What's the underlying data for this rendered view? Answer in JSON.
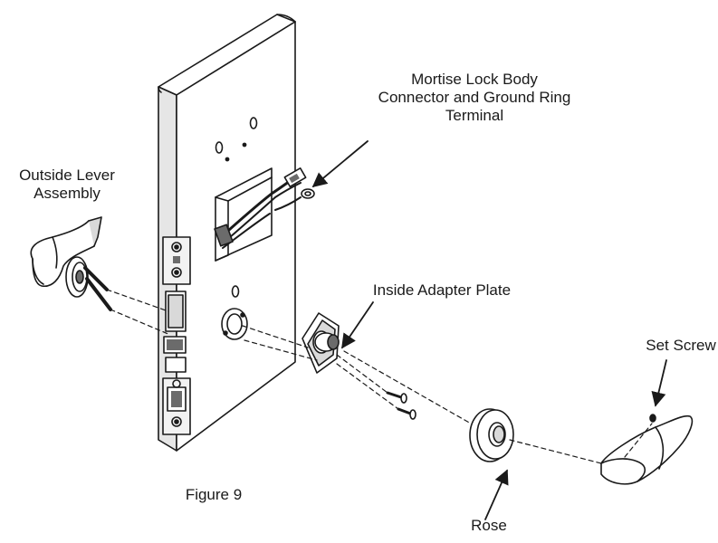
{
  "labels": {
    "mortise": [
      "Mortise Lock Body",
      "Connector and Ground Ring",
      "Terminal"
    ],
    "outside_lever": [
      "Outside Lever",
      "Assembly"
    ],
    "inside_adapter": "Inside Adapter Plate",
    "set_screw": "Set Screw",
    "rose": "Rose",
    "figure": "Figure 9"
  },
  "colors": {
    "ink": "#1a1a1a",
    "paper": "#ffffff",
    "shade": "#d9d9d9",
    "dark": "#6b6b6b"
  }
}
